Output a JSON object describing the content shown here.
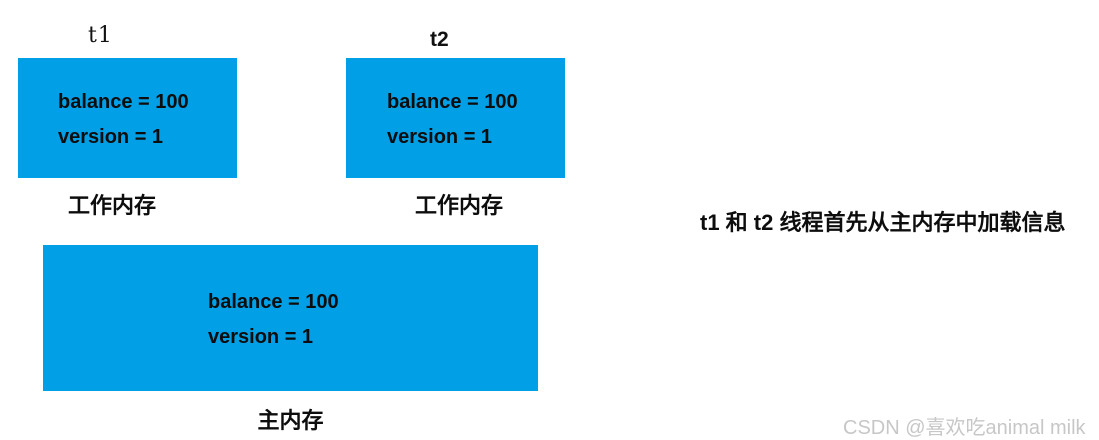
{
  "diagram": {
    "thread1": {
      "title": "t1",
      "memory_label": "工作内存",
      "lines": [
        "balance = 100",
        "version = 1"
      ]
    },
    "thread2": {
      "title": "t2",
      "memory_label": "工作内存",
      "lines": [
        "balance = 100",
        "version = 1"
      ]
    },
    "main_memory": {
      "memory_label": "主内存",
      "lines": [
        "balance = 100",
        "version = 1"
      ]
    },
    "annotation": "t1 和 t2 线程首先从主内存中加载信息",
    "colors": {
      "box_blue": "#009fe6",
      "text_dark": "#0d0d0d",
      "watermark_gray": "#c7c7c7"
    }
  },
  "watermark": "CSDN @喜欢吃animal milk"
}
